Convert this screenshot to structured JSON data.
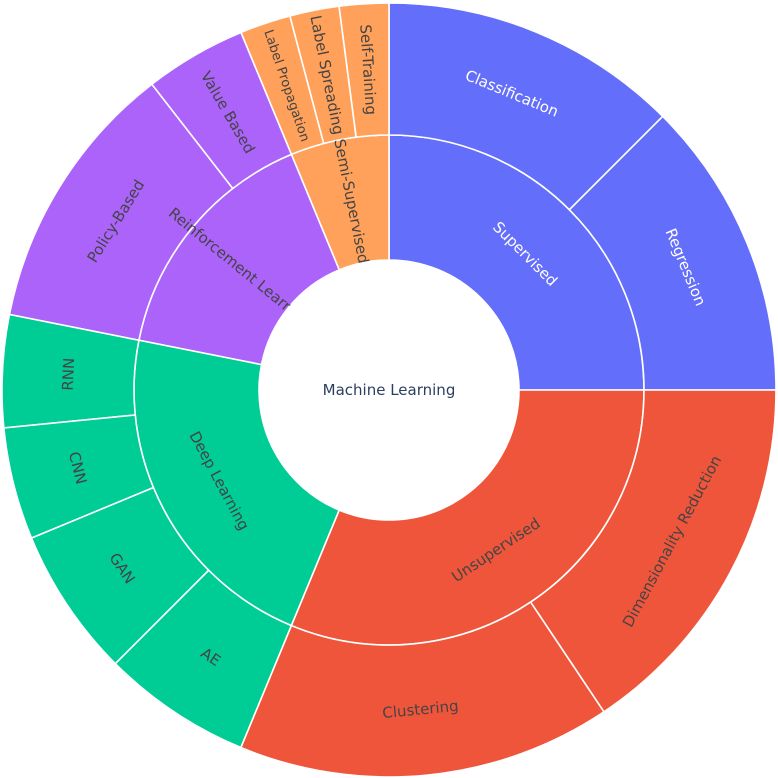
{
  "chart_data": {
    "type": "sunburst",
    "root": "Machine Learning",
    "colors": {
      "Supervised": "#636efa",
      "Semi-Supervised": "#ffa15a",
      "Reinforcement Learning": "#ab63fa",
      "Deep Learning": "#00cc96",
      "Unsupervised": "#ef553b"
    },
    "label_colors": {
      "light": "#ffffff",
      "dark": "#444444"
    },
    "categories": [
      {
        "name": "Supervised",
        "children": [
          {
            "name": "Regression",
            "value": 2
          },
          {
            "name": "Classification",
            "value": 2
          }
        ]
      },
      {
        "name": "Semi-Supervised",
        "children": [
          {
            "name": "Self-Training",
            "value": 0.33
          },
          {
            "name": "Label Spreading",
            "value": 0.33
          },
          {
            "name": "Label Propagation",
            "value": 0.34
          }
        ]
      },
      {
        "name": "Reinforcement Learning",
        "children": [
          {
            "name": "Value Based",
            "value": 0.68
          },
          {
            "name": "Policy-Based",
            "value": 1.82
          }
        ]
      },
      {
        "name": "Deep Learning",
        "children": [
          {
            "name": "RNN",
            "value": 0.75
          },
          {
            "name": "CNN",
            "value": 0.75
          },
          {
            "name": "GAN",
            "value": 1
          },
          {
            "name": "AE",
            "value": 1
          }
        ]
      },
      {
        "name": "Unsupervised",
        "children": [
          {
            "name": "Clustering",
            "value": 2.5
          },
          {
            "name": "Dimensionality Reduction",
            "value": 2.5
          }
        ]
      }
    ]
  }
}
